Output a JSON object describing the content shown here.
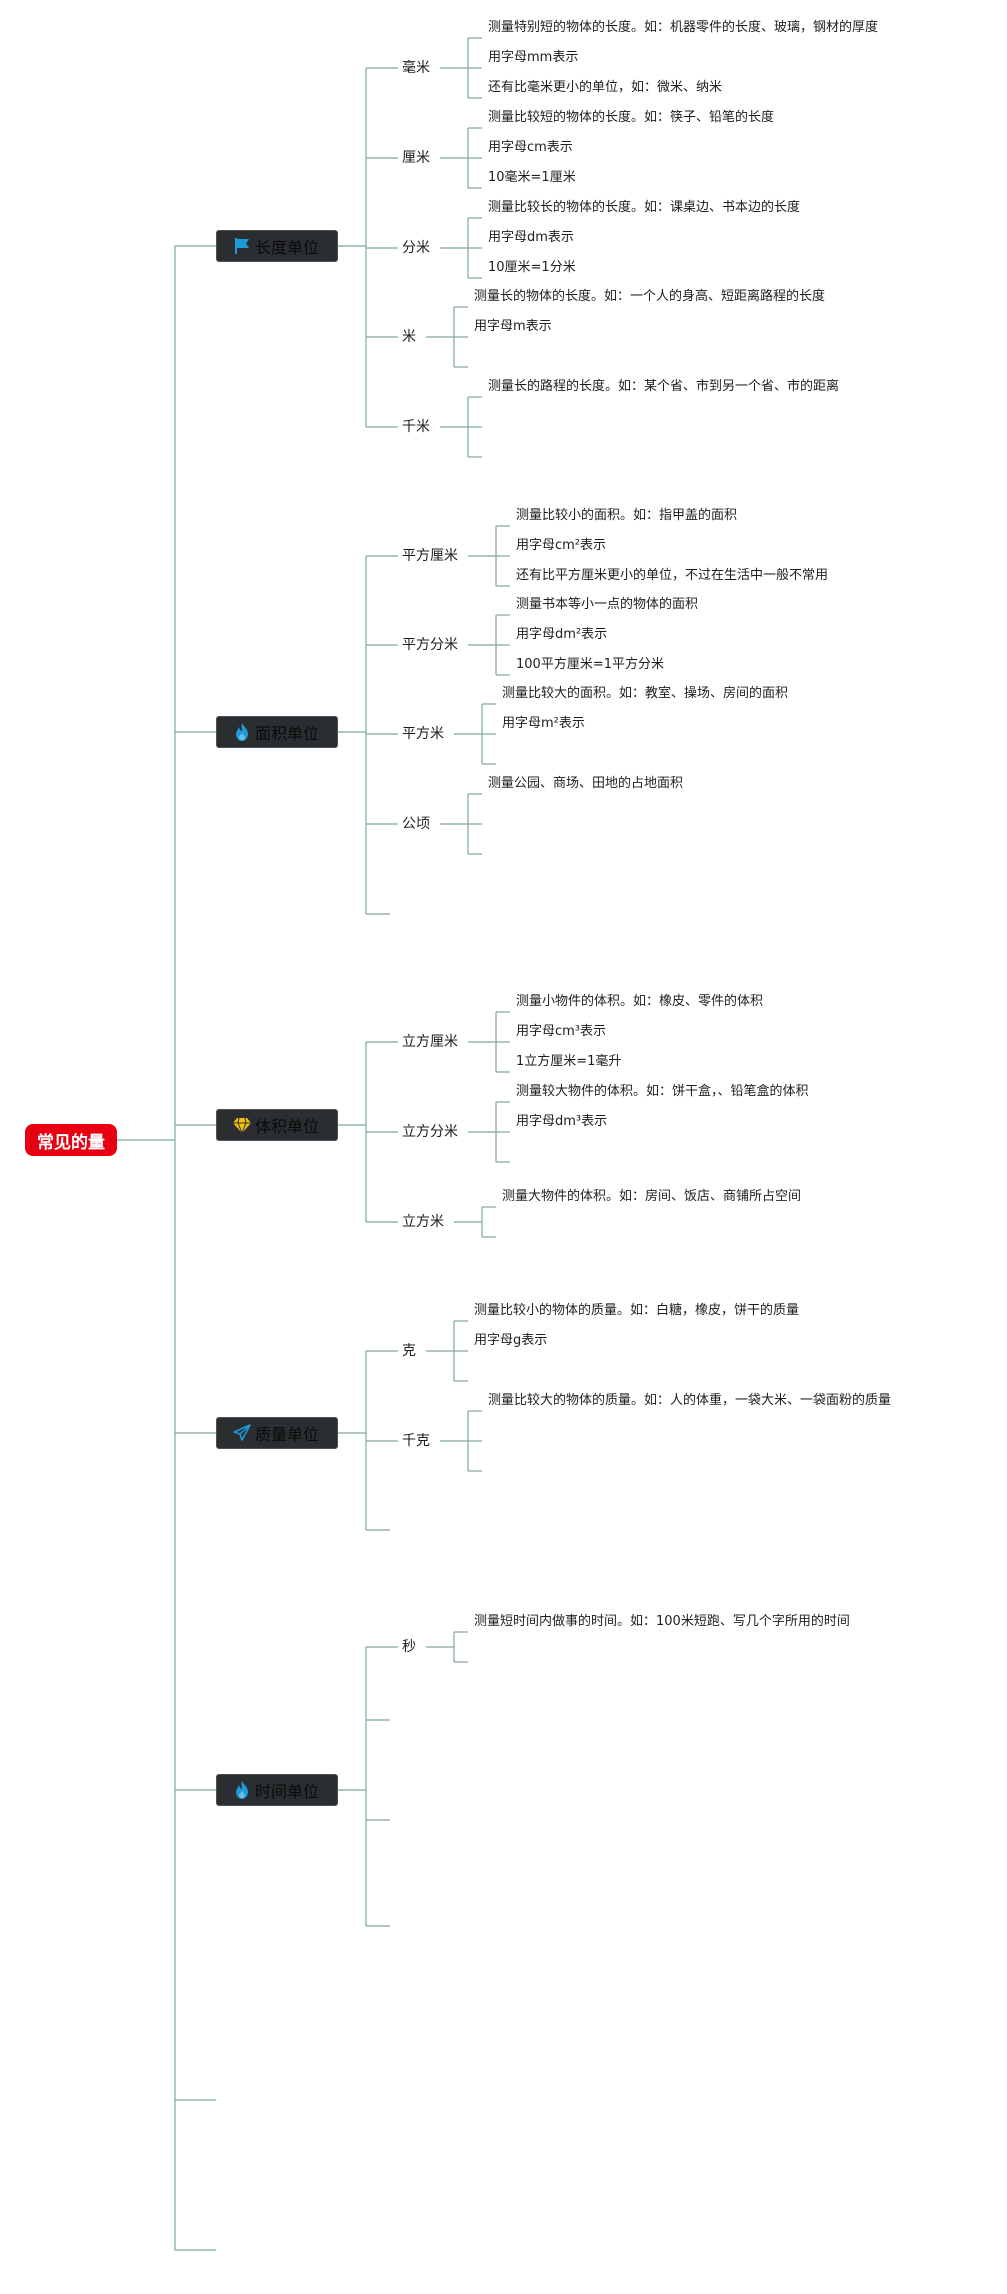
{
  "colors": {
    "line": "#7fa79b",
    "root_bg": "#e60012",
    "branch_bg": "#2a2e31"
  },
  "root": {
    "label": "常见的量"
  },
  "branches": [
    {
      "label": "长度单位",
      "icon": "flag-icon",
      "icon_color": "#1e9bd7",
      "subs": [
        {
          "label": "毫米",
          "leaves": [
            "测量特别短的物体的长度。如：机器零件的长度、玻璃，钢材的厚度",
            "用字母mm表示",
            "还有比毫米更小的单位，如：微米、纳米"
          ]
        },
        {
          "label": "厘米",
          "leaves": [
            "测量比较短的物体的长度。如：筷子、铅笔的长度",
            "用字母cm表示",
            "10毫米=1厘米"
          ]
        },
        {
          "label": "分米",
          "leaves": [
            "测量比较长的物体的长度。如：课桌边、书本边的长度",
            "用字母dm表示",
            "10厘米=1分米"
          ]
        },
        {
          "label": "米",
          "leaves": [
            "测量长的物体的长度。如：一个人的身高、短距离路程的长度",
            "用字母m表示",
            ""
          ]
        },
        {
          "label": "千米",
          "leaves": [
            "测量长的路程的长度。如：某个省、市到另一个省、市的距离",
            "",
            ""
          ]
        }
      ]
    },
    {
      "label": "面积单位",
      "icon": "flame-icon",
      "icon_color": "#1e9bd7",
      "subs": [
        {
          "label": "平方厘米",
          "leaves": [
            "测量比较小的面积。如：指甲盖的面积",
            "用字母cm²表示",
            "还有比平方厘米更小的单位，不过在生活中一般不常用"
          ]
        },
        {
          "label": "平方分米",
          "leaves": [
            "测量书本等小一点的物体的面积",
            "用字母dm²表示",
            "100平方厘米=1平方分米"
          ]
        },
        {
          "label": "平方米",
          "leaves": [
            "测量比较大的面积。如：教室、操场、房间的面积",
            "用字母m²表示",
            ""
          ]
        },
        {
          "label": "公顷",
          "leaves": [
            "测量公园、商场、田地的占地面积",
            "",
            ""
          ]
        },
        {
          "label": "",
          "leaves": []
        }
      ]
    },
    {
      "label": "体积单位",
      "icon": "diamond-icon",
      "icon_color": "#f4c20d",
      "subs": [
        {
          "label": "立方厘米",
          "leaves": [
            "测量小物件的体积。如：橡皮、零件的体积",
            "用字母cm³表示",
            "1立方厘米=1毫升"
          ]
        },
        {
          "label": "立方分米",
          "leaves": [
            "测量较大物件的体积。如：饼干盒，、铅笔盒的体积",
            "用字母dm³表示",
            ""
          ]
        },
        {
          "label": "立方米",
          "leaves": [
            "测量大物件的体积。如：房间、饭店、商铺所占空间",
            ""
          ]
        }
      ]
    },
    {
      "label": "质量单位",
      "icon": "paper-plane-icon",
      "icon_color": "#1e9bd7",
      "subs": [
        {
          "label": "克",
          "leaves": [
            "测量比较小的物体的质量。如：白糖，橡皮，饼干的质量",
            "用字母g表示",
            ""
          ]
        },
        {
          "label": "千克",
          "leaves": [
            "测量比较大的物体的质量。如：人的体重，一袋大米、一袋面粉的质量",
            "",
            ""
          ]
        },
        {
          "label": "",
          "leaves": []
        }
      ]
    },
    {
      "label": "时间单位",
      "icon": "flame-icon",
      "icon_color": "#1e9bd7",
      "subs": [
        {
          "label": "秒",
          "leaves": [
            "测量短时间内做事的时间。如：100米短跑、写几个字所用的时间",
            ""
          ]
        },
        {
          "label": "",
          "leaves": []
        },
        {
          "label": "",
          "leaves": []
        },
        {
          "label": "",
          "leaves": []
        }
      ]
    },
    {
      "label": "",
      "icon": "",
      "subs": []
    },
    {
      "label": "",
      "icon": "",
      "subs": []
    }
  ]
}
